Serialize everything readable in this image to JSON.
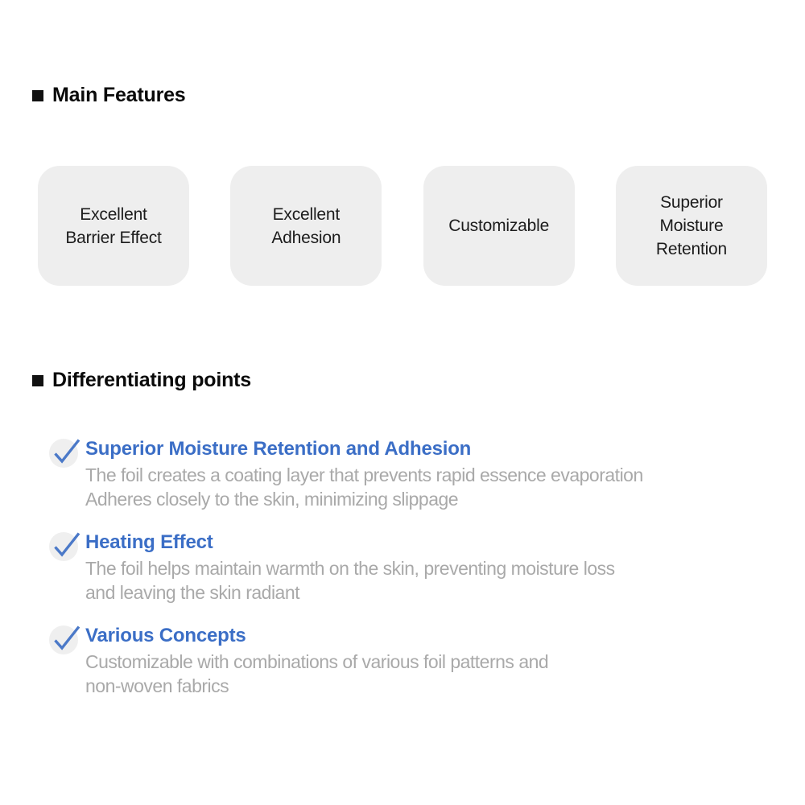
{
  "colors": {
    "accent_blue": "#3b6ec6",
    "check_blue": "#4b79c8",
    "card_bg": "#eeeeee",
    "icon_circle_bg": "#efefef",
    "body_gray": "#a9a9a9",
    "heading_black": "#0a0a0a"
  },
  "main_features": {
    "title": "Main Features",
    "cards": [
      {
        "label": "Excellent\nBarrier Effect"
      },
      {
        "label": "Excellent\nAdhesion"
      },
      {
        "label": "Customizable"
      },
      {
        "label": "Superior\nMoisture\nRetention"
      }
    ]
  },
  "differentiating": {
    "title": "Differentiating points",
    "items": [
      {
        "title": "Superior Moisture Retention and Adhesion",
        "body": "The foil creates a coating layer that prevents rapid essence evaporation\nAdheres closely to the skin, minimizing slippage"
      },
      {
        "title": "Heating Effect",
        "body": "The foil helps maintain warmth on the skin, preventing moisture loss\nand leaving the skin radiant"
      },
      {
        "title": "Various Concepts",
        "body": "Customizable with combinations of various foil patterns and\nnon-woven fabrics"
      }
    ]
  }
}
